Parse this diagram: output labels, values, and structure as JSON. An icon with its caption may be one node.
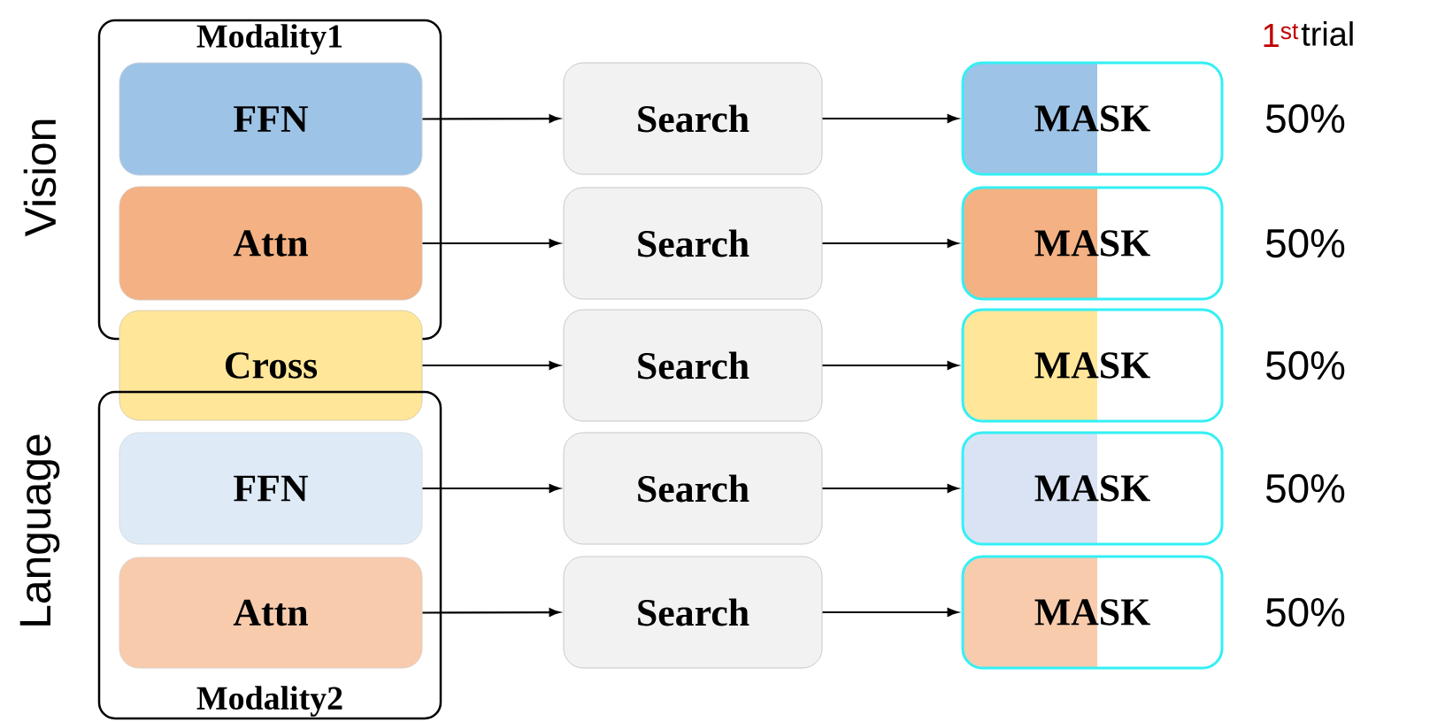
{
  "diagram": {
    "nodes": [
      {
        "text": [
          "Modality1"
        ]
      },
      {
        "text": [
          "FFN"
        ],
        "in": 0
      },
      {
        "text": [
          "Attn"
        ],
        "in": 0
      },
      {
        "text": [
          "Cross"
        ]
      },
      {
        "text": [
          "Modality2"
        ]
      },
      {
        "text": [
          "FFN"
        ],
        "in": 4
      },
      {
        "text": [
          "Attn"
        ],
        "in": 4
      },
      {
        "text": [
          "Search"
        ]
      },
      {
        "text": [
          "Search"
        ]
      },
      {
        "text": [
          "Search"
        ]
      },
      {
        "text": [
          "Search"
        ]
      },
      {
        "text": [
          "Search"
        ]
      },
      {
        "text": [
          "MASK"
        ]
      },
      {
        "text": [
          "MASK"
        ]
      },
      {
        "text": [
          "MASK"
        ]
      },
      {
        "text": [
          "MASK"
        ]
      },
      {
        "text": [
          "MASK"
        ]
      }
    ],
    "edges": [
      {
        "from": 1,
        "to": 7,
        "arrow": "to"
      },
      {
        "from": 2,
        "to": 8,
        "arrow": "to"
      },
      {
        "from": 3,
        "to": 9,
        "arrow": "to"
      },
      {
        "from": 5,
        "to": 10,
        "arrow": "to"
      },
      {
        "from": 6,
        "to": 11,
        "arrow": "to"
      },
      {
        "from": 7,
        "to": 12,
        "arrow": "to"
      },
      {
        "from": 8,
        "to": 13,
        "arrow": "to"
      },
      {
        "from": 9,
        "to": 14,
        "arrow": "to"
      },
      {
        "from": 10,
        "to": 15,
        "arrow": "to"
      },
      {
        "from": 11,
        "to": 16,
        "arrow": "to"
      }
    ],
    "labels": [
      "1$^{st}$",
      "trial",
      "Vision",
      "50%",
      "50%",
      "50%",
      "Language",
      "50%",
      "50%"
    ]
  }
}
